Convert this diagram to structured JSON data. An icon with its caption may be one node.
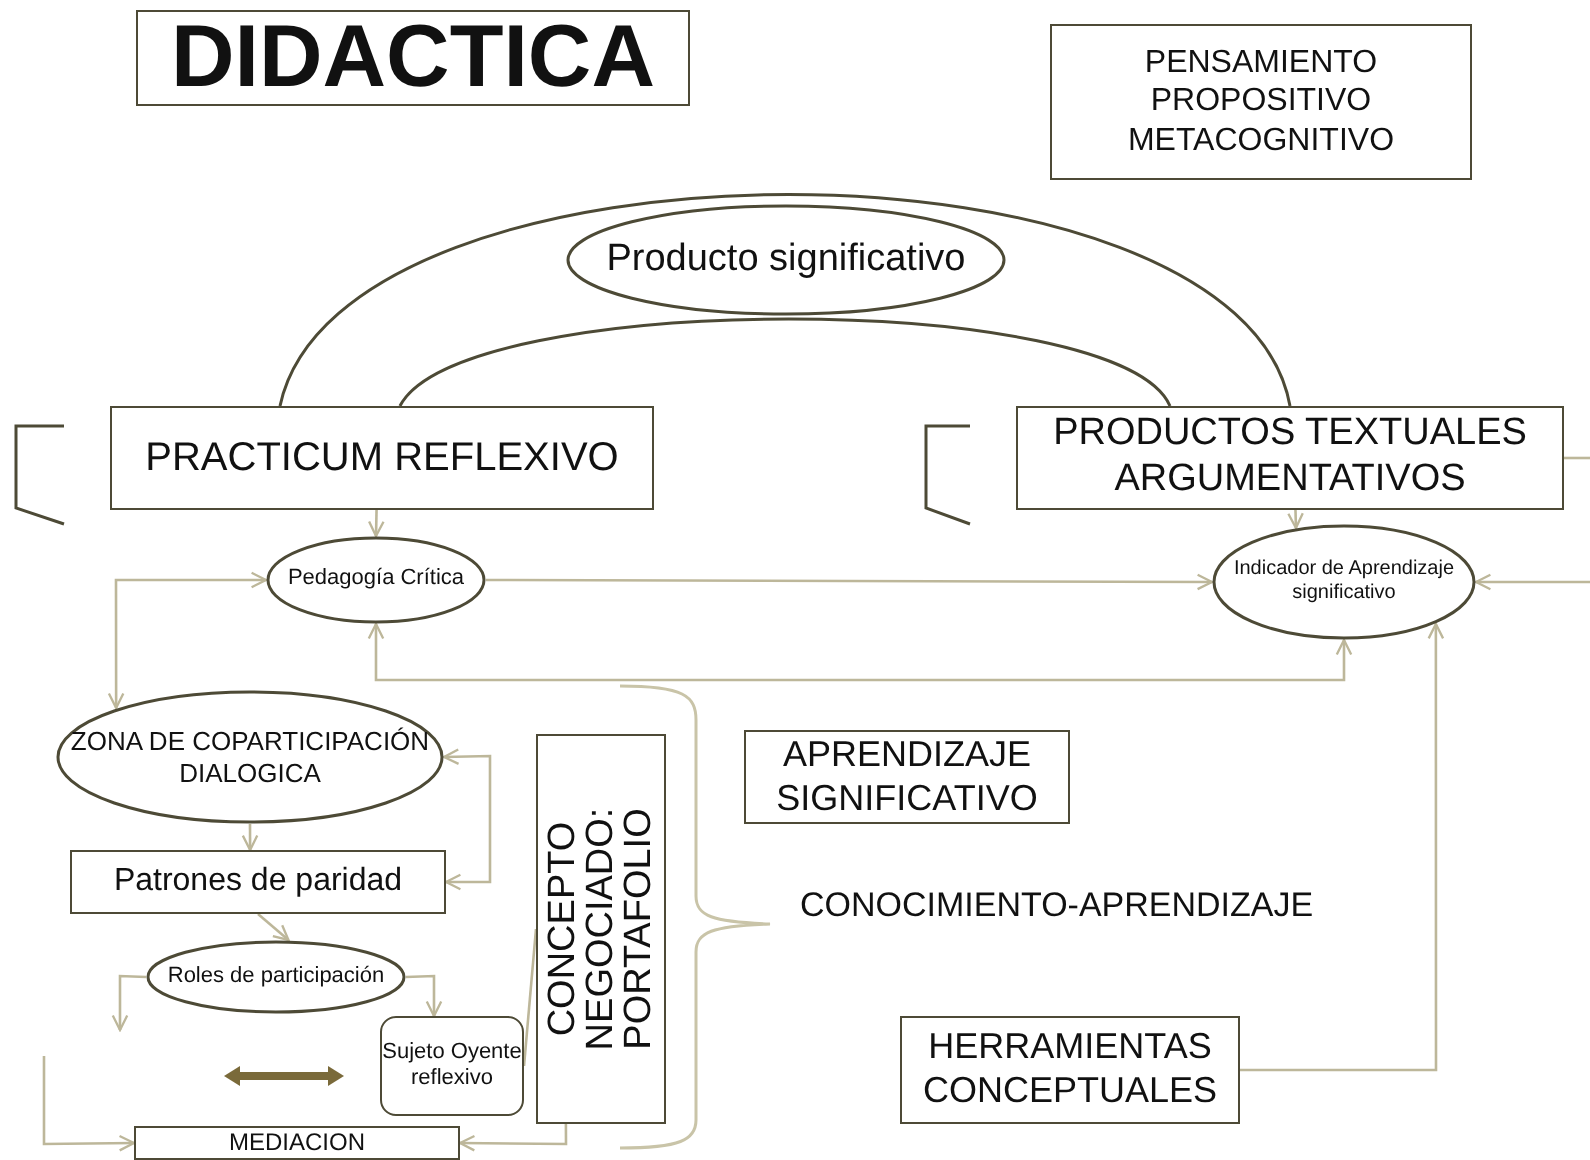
{
  "diagram": {
    "nodes": [
      {
        "text": [
          "DIDACTICA"
        ]
      },
      {
        "text": [
          "PENSAMIENTO PROPOSITIVO METACOGNITIVO"
        ]
      },
      {
        "text": [
          "Producto significativo"
        ]
      },
      {
        "text": [
          "PRACTICUM REFLEXIVO"
        ]
      },
      {
        "text": [
          "PRODUCTOS TEXTUALES ARGUMENTATIVOS"
        ]
      },
      {
        "text": [
          "Pedagogía Crítica"
        ]
      },
      {
        "text": [
          "Indicador de Aprendizaje significativo"
        ]
      },
      {
        "text": [
          "ZONA DE COPARTICIPACIÓN DIALOGICA"
        ]
      },
      {
        "text": [
          "APRENDIZAJE SIGNIFICATIVO"
        ]
      },
      {
        "text": [
          "CONCEPTO NEGOCIADO: PORTAFOLIO"
        ]
      },
      {
        "text": [
          "Patrones de paridad"
        ]
      },
      {
        "text": [
          "Roles de participación"
        ]
      },
      {
        "text": [
          "Sujeto Oyente reflexivo"
        ]
      },
      {
        "text": [
          "HERRAMIENTAS CONCEPTUALES"
        ]
      },
      {
        "text": [
          "MEDIACION"
        ]
      }
    ],
    "edges": [
      {
        "from": 3,
        "to": 4,
        "arrow": "none",
        "color": "#4d4a36"
      },
      {
        "from": 3,
        "to": 4,
        "arrow": "none",
        "color": "#4d4a36"
      },
      {
        "from": 3,
        "to": 5,
        "arrow": "to"
      },
      {
        "from": 4,
        "to": 6,
        "arrow": "to"
      },
      {
        "from": 5,
        "to": 6,
        "arrow": "to"
      },
      {
        "from": 6,
        "to": 5,
        "arrow": "both"
      },
      {
        "from": 5,
        "to": 7,
        "arrow": "both"
      },
      {
        "from": null,
        "to": 6,
        "arrow": "to"
      },
      {
        "from": 4,
        "to": null,
        "arrow": "none"
      },
      {
        "from": 13,
        "to": 6,
        "arrow": "to"
      },
      {
        "from": 7,
        "to": 10,
        "arrow": "to"
      },
      {
        "from": 10,
        "to": 7,
        "arrow": "both"
      },
      {
        "from": 10,
        "to": 11,
        "arrow": "to"
      },
      {
        "from": 11,
        "to": null,
        "arrow": "to"
      },
      {
        "from": 11,
        "to": 12,
        "arrow": "to"
      },
      {
        "from": 12,
        "to": 9,
        "arrow": "none"
      },
      {
        "from": 9,
        "to": 14,
        "arrow": "to"
      },
      {
        "from": null,
        "to": 14,
        "arrow": "to"
      }
    ],
    "labels": [
      "CONOCIMIENTO-APRENDIZAJE"
    ]
  }
}
